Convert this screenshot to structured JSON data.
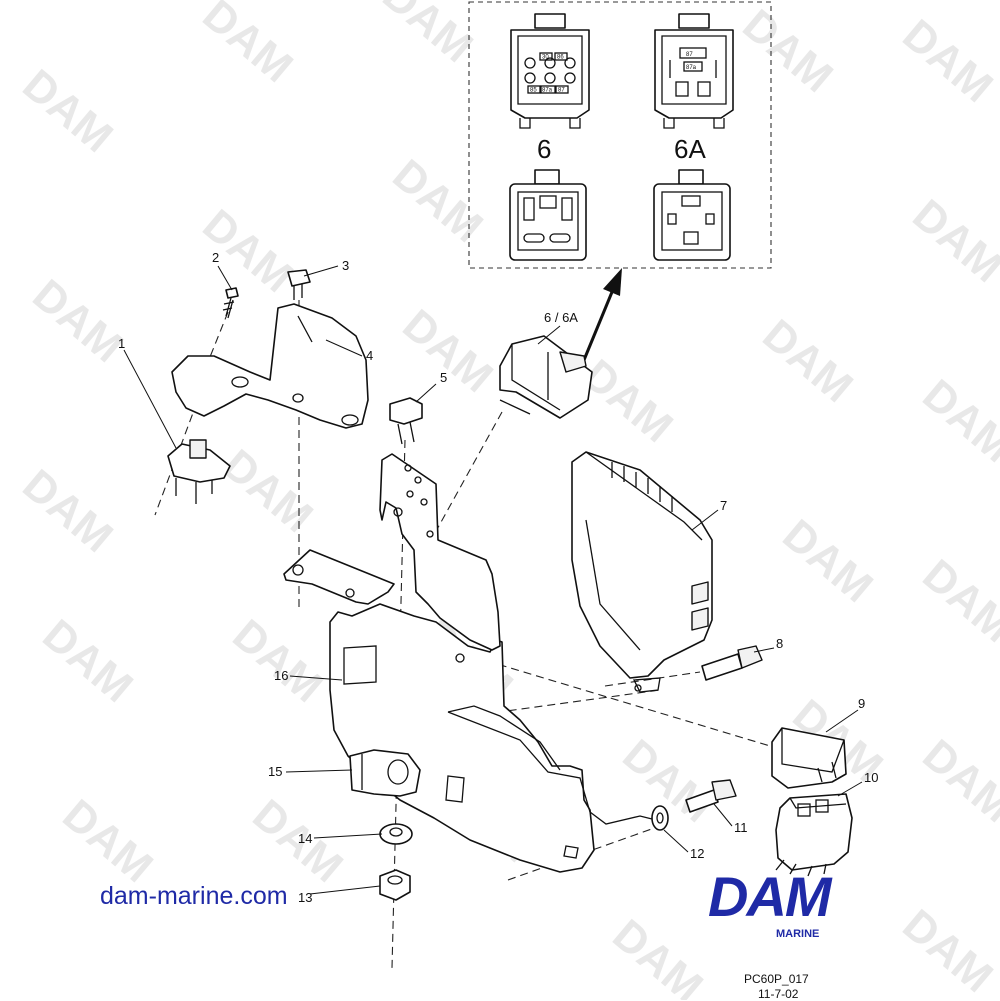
{
  "watermark": {
    "text": "DAM",
    "color": "#e8e8e8"
  },
  "inset": {
    "label_left": "6",
    "label_right": "6A",
    "pins_left": [
      "30",
      "86",
      "85",
      "87a",
      "87"
    ],
    "pins_right": [
      "87",
      "87a"
    ]
  },
  "callouts": {
    "c1": "1",
    "c2": "2",
    "c3": "3",
    "c4": "4",
    "c5": "5",
    "c6": "6 / 6A",
    "c7": "7",
    "c8": "8",
    "c9": "9",
    "c10": "10",
    "c11": "11",
    "c12": "12",
    "c13": "13",
    "c14": "14",
    "c15": "15",
    "c16": "16"
  },
  "footer": {
    "website": "dam-marine.com",
    "brand": "DAM",
    "brand_sub": "MARINE",
    "code": "PC60P_017",
    "date": "11-7-02",
    "brand_color": "#1f2aa6"
  }
}
